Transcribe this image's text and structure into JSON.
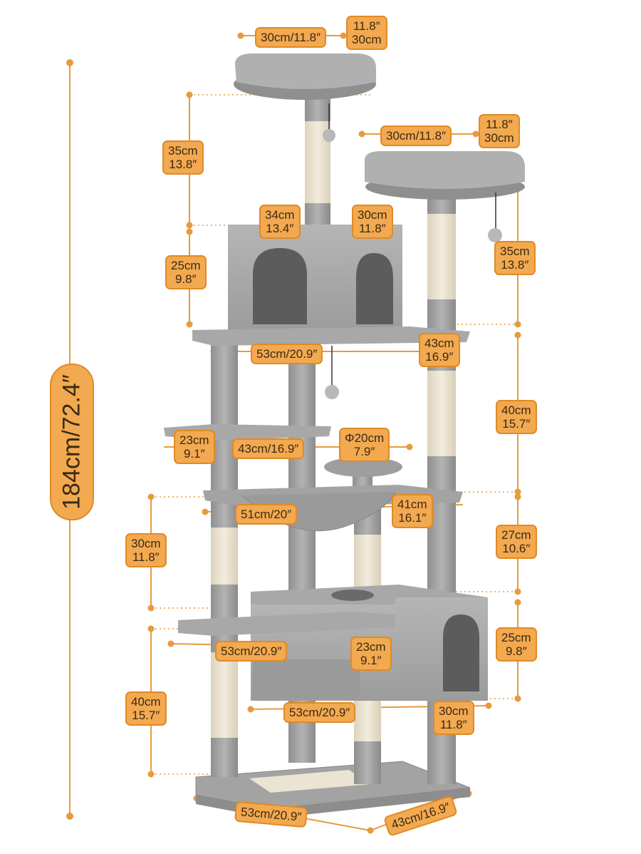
{
  "colors": {
    "accent": "#f2a950",
    "accent_border": "#e08a26",
    "fabric": "#a6a6a6",
    "fabric_dark": "#8a8a8a",
    "sisal": "#efe7d6",
    "text": "#3b2a14"
  },
  "total_height": "184cm/72.4″",
  "labels": {
    "top_perch_width": "30cm/11.8″",
    "top_perch_depth_in": "11.8″",
    "top_perch_depth_cm": "30cm",
    "side_perch_width": "30cm/11.8″",
    "side_perch_depth_in": "11.8″",
    "side_perch_depth_cm": "30cm",
    "top_post_h_cm": "35cm",
    "top_post_h_in": "13.8″",
    "condo_w_cm": "34cm",
    "condo_w_in": "13.4″",
    "condo_d_cm": "30cm",
    "condo_d_in": "11.8″",
    "condo_h_cm": "25cm",
    "condo_h_in": "9.8″",
    "side_post_h_cm": "35cm",
    "side_post_h_in": "13.8″",
    "platform_w": "53cm/20.9″",
    "platform_d_cm": "43cm",
    "platform_d_in": "16.9″",
    "mid_post_h_cm": "40cm",
    "mid_post_h_in": "15.7″",
    "small_plat_w_cm": "23cm",
    "small_plat_w_in": "9.1″",
    "small_plat_len": "43cm/16.9″",
    "round_dia_cm": "Φ20cm",
    "round_dia_in": "7.9″",
    "hammock_w": "51cm/20″",
    "hammock_d_cm": "41cm",
    "hammock_d_in": "16.1″",
    "hammock_h_cm": "30cm",
    "hammock_h_in": "11.8″",
    "right_post_h_cm": "27cm",
    "right_post_h_in": "10.6″",
    "lower_condo_h_cm": "25cm",
    "lower_condo_h_in": "9.8″",
    "lower_plat_w": "53cm/20.9″",
    "lower_plat_d_cm": "23cm",
    "lower_plat_d_in": "9.1″",
    "bottom_post_h_cm": "40cm",
    "bottom_post_h_in": "15.7″",
    "lower_box_w": "53cm/20.9″",
    "lower_box_d_cm": "30cm",
    "lower_box_d_in": "11.8″",
    "base_w": "53cm/20.9″",
    "base_d": "43cm/16.9″"
  }
}
